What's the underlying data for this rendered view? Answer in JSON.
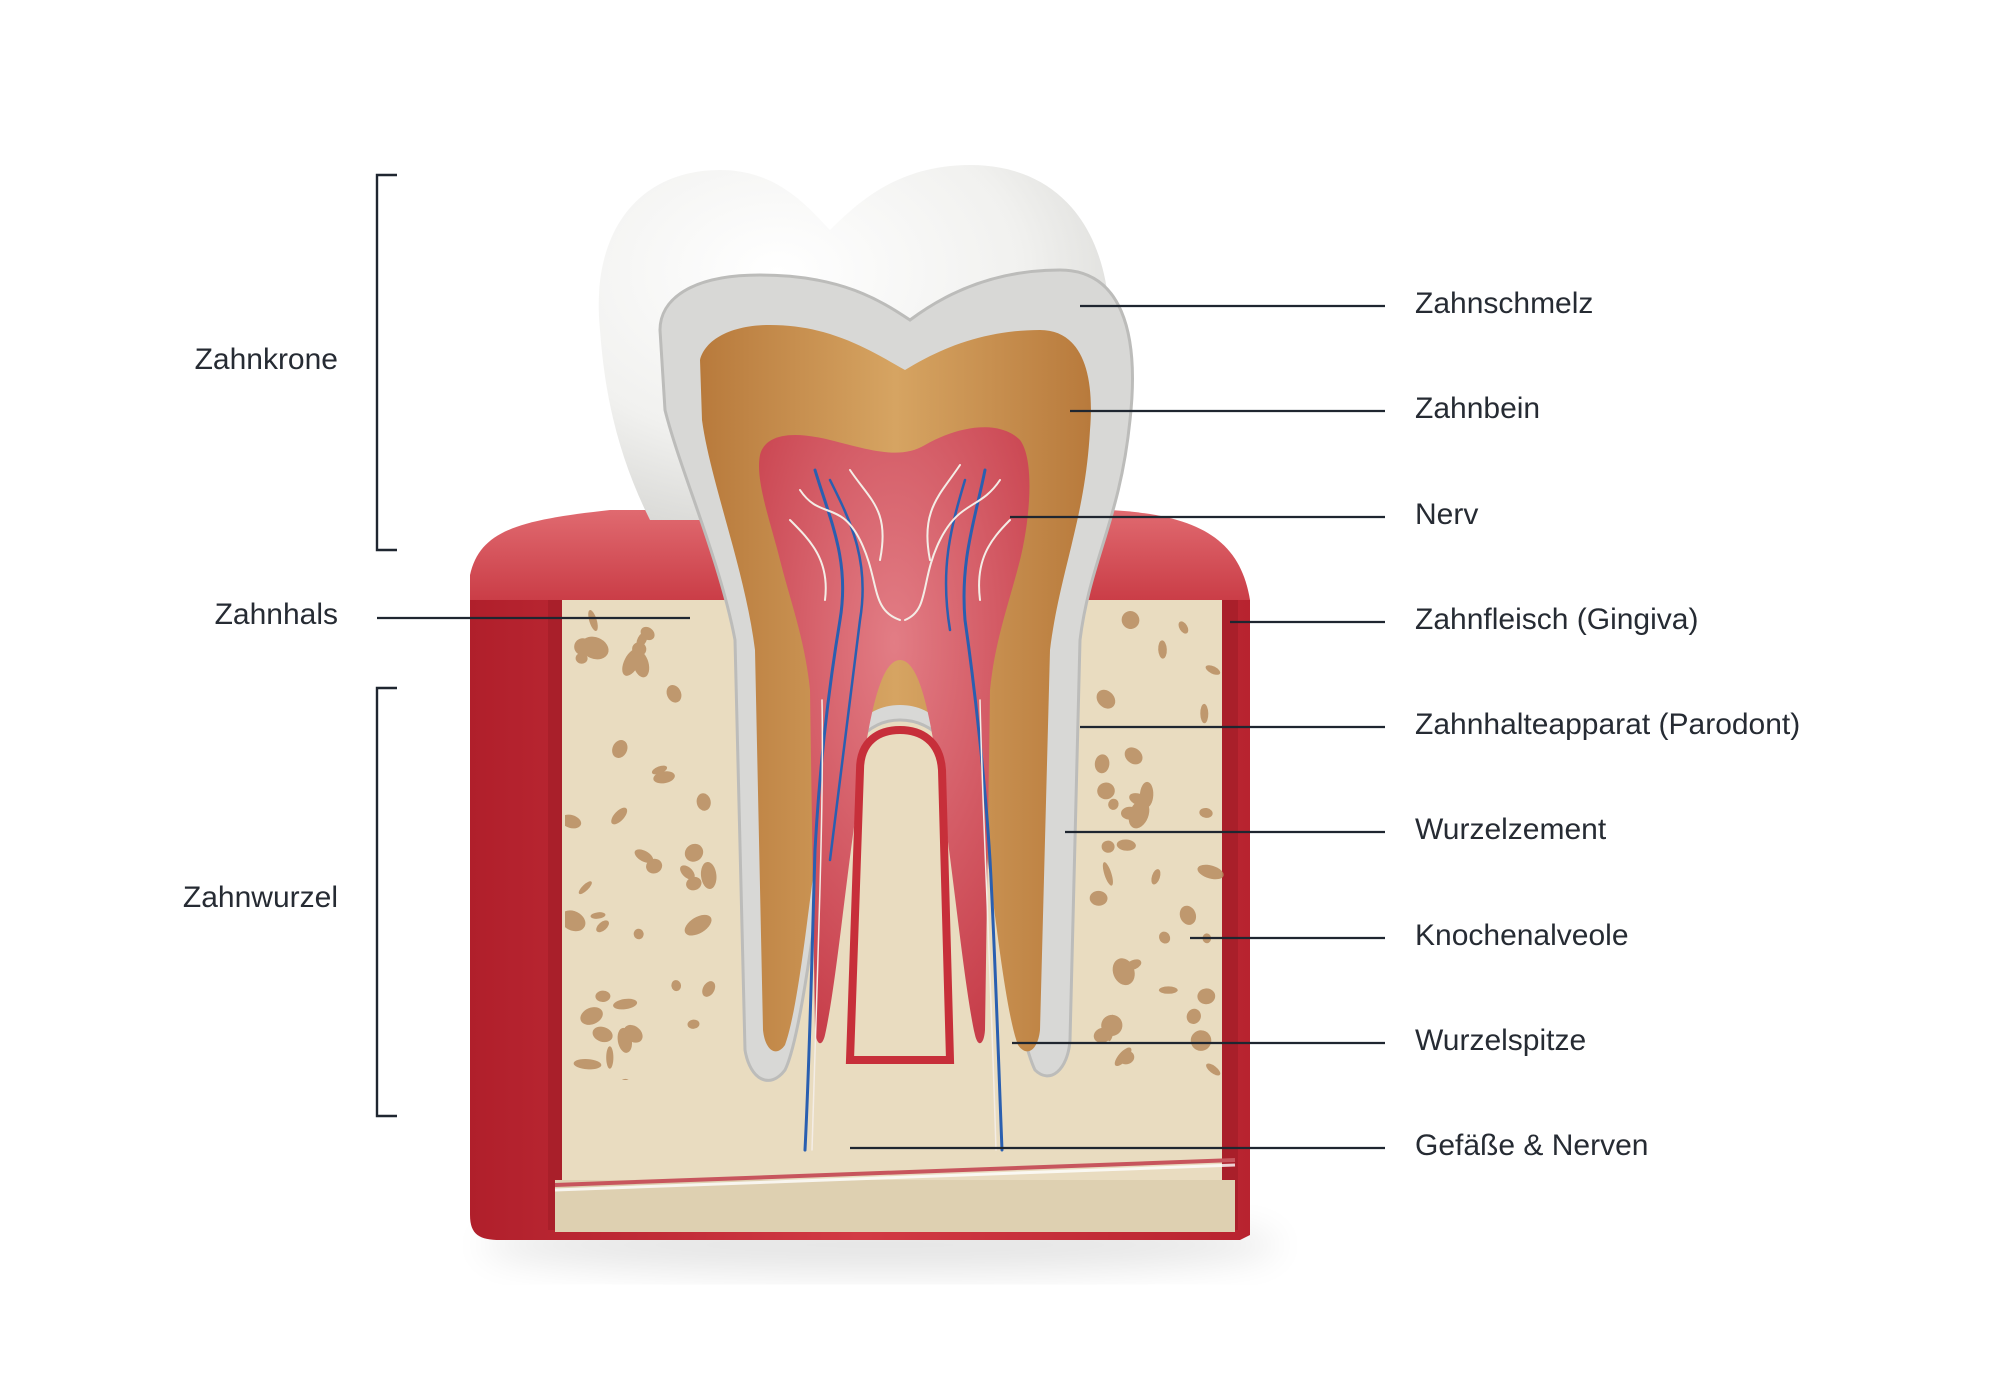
{
  "left_labels": {
    "zahnkrone": "Zahnkrone",
    "zahnhals": "Zahnhals",
    "zahnwurzel": "Zahnwurzel"
  },
  "right_labels": {
    "zahnschmelz": "Zahnschmelz",
    "zahnbein": "Zahnbein",
    "nerv": "Nerv",
    "zahnfleisch": "Zahnfleisch (Gingiva)",
    "zahnhalteapparat": "Zahnhalteapparat (Parodont)",
    "wurzelzement": "Wurzelzement",
    "knochenalveole": "Knochenalveole",
    "wurzelspitze": "Wurzelspitze",
    "gefaesse": "Gefäße & Nerven"
  },
  "colors": {
    "gum": "#c62a35",
    "gum_dark": "#9e1b25",
    "bone": "#eadfc6",
    "bone_pore": "#b58a5f",
    "enamel": "#e6e6e6",
    "dentin": "#c9914f",
    "pulp": "#cf4a55",
    "vessel_blue": "#2a5fb0",
    "nerve_white": "#f3ece4",
    "text": "#262b33"
  }
}
